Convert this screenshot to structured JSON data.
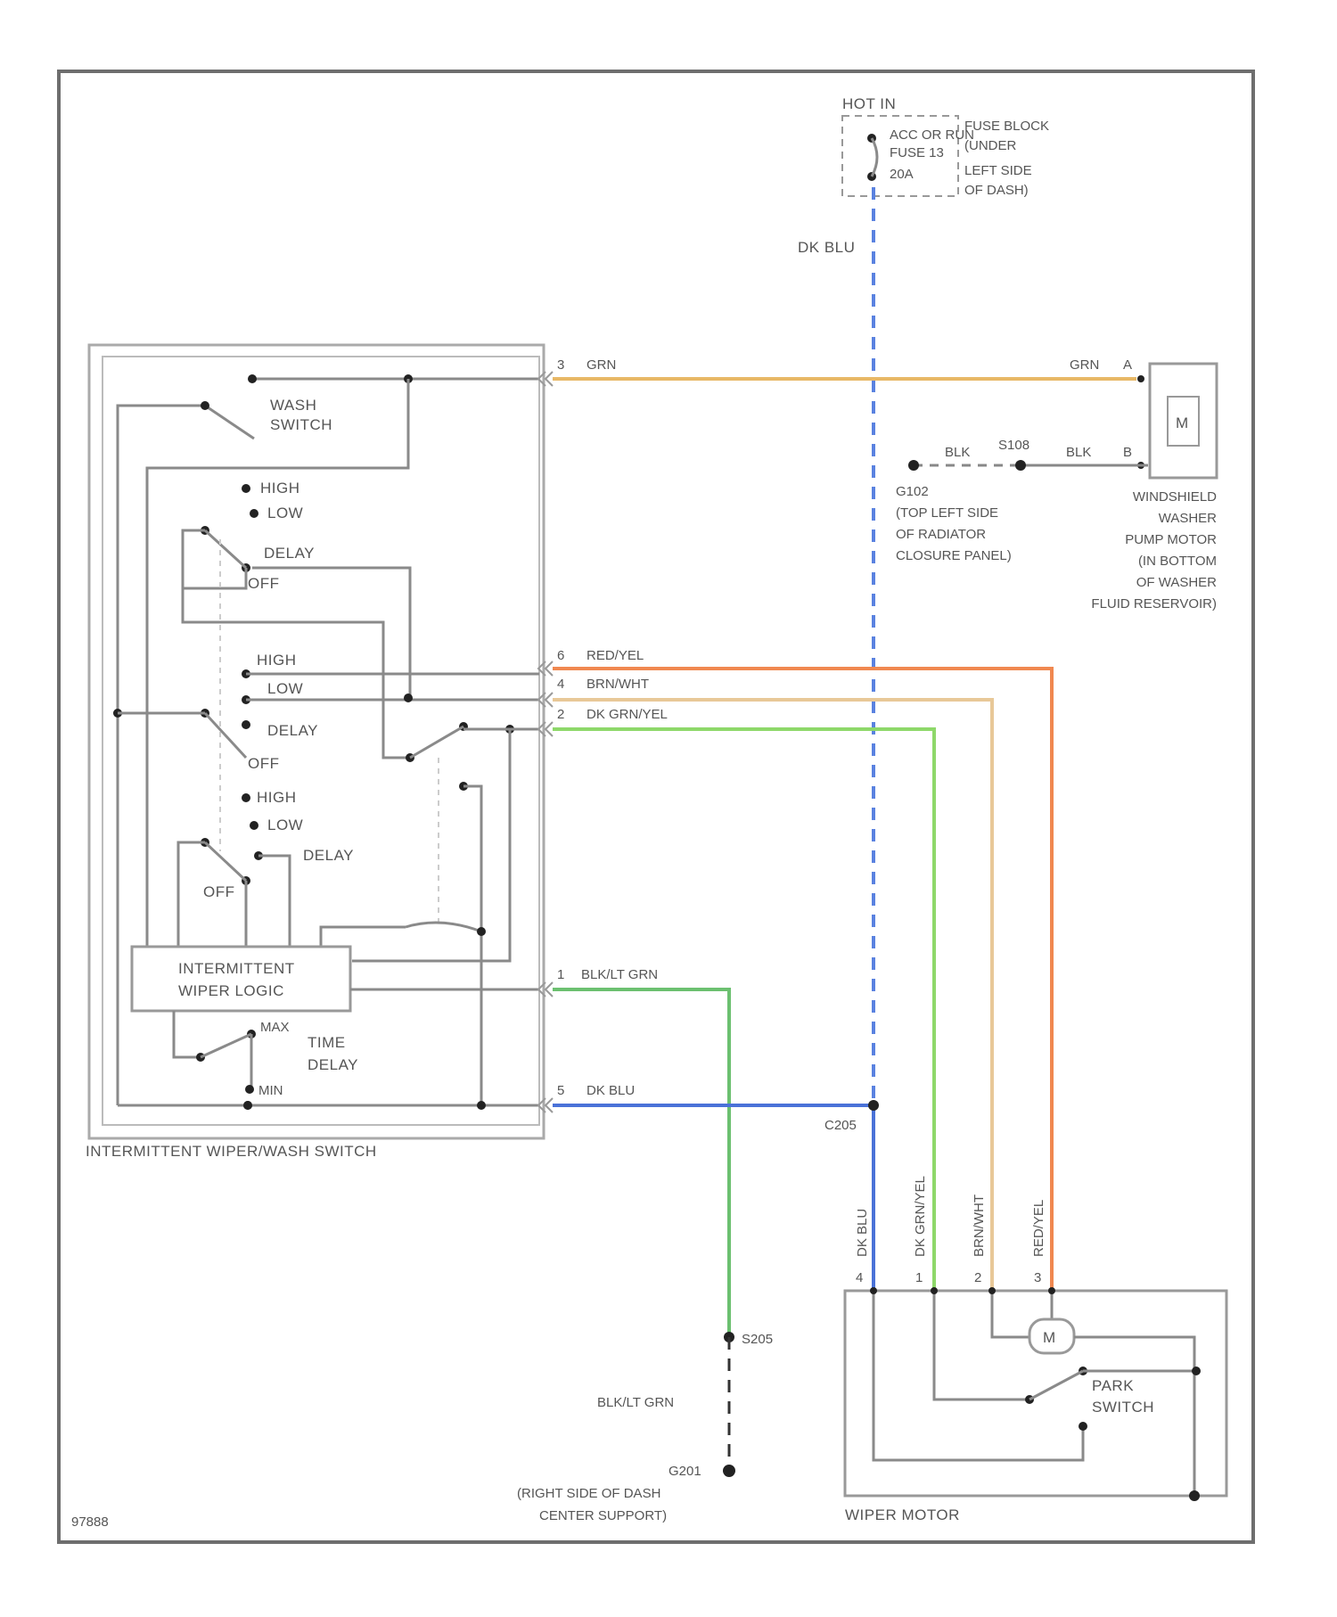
{
  "diagram_id": "97888",
  "fuse_block": {
    "hot_in": "HOT IN",
    "acc_or_run": "ACC OR RUN",
    "fuse": "FUSE 13",
    "amps": "20A",
    "location_lines": [
      "FUSE BLOCK",
      "(UNDER",
      "LEFT SIDE",
      "OF DASH)"
    ]
  },
  "main_feed_color": "DK BLU",
  "switch_assembly": {
    "name": "INTERMITTENT WIPER/WASH SWITCH",
    "wash_switch_lines": [
      "WASH",
      "SWITCH"
    ],
    "positions": [
      "HIGH",
      "LOW",
      "DELAY",
      "OFF"
    ],
    "logic_lines": [
      "INTERMITTENT",
      "WIPER LOGIC"
    ],
    "time_delay_lines": [
      "TIME",
      "DELAY"
    ],
    "max_label": "MAX",
    "min_label": "MIN"
  },
  "terminals": [
    {
      "pin": "3",
      "color": "GRN",
      "hex": "#e8b866"
    },
    {
      "pin": "6",
      "color": "RED/YEL",
      "hex": "#f08850"
    },
    {
      "pin": "4",
      "color": "BRN/WHT",
      "hex": "#e8c898"
    },
    {
      "pin": "2",
      "color": "DK GRN/YEL",
      "hex": "#8ed86a"
    },
    {
      "pin": "1",
      "color": "BLK/LT GRN",
      "hex": "#6cc070"
    },
    {
      "pin": "5",
      "color": "DK BLU",
      "hex": "#4a72d8"
    }
  ],
  "washer_pump": {
    "pin_a": "A",
    "pin_b": "B",
    "wire_a": "GRN",
    "wire_b": "BLK",
    "splice": "S108",
    "ground": "G102",
    "ground_location_lines": [
      "(TOP LEFT SIDE",
      "OF RADIATOR",
      "CLOSURE PANEL)"
    ],
    "name_lines": [
      "WINDSHIELD",
      "WASHER",
      "PUMP MOTOR",
      "(IN BOTTOM",
      "OF WASHER",
      "FLUID RESERVOIR)"
    ],
    "motor_symbol": "M"
  },
  "splice_c": "C205",
  "wiper_motor": {
    "name": "WIPER MOTOR",
    "pins": [
      {
        "pin": "4",
        "color": "DK BLU"
      },
      {
        "pin": "1",
        "color": "DK GRN/YEL"
      },
      {
        "pin": "2",
        "color": "BRN/WHT"
      },
      {
        "pin": "3",
        "color": "RED/YEL"
      }
    ],
    "motor_symbol": "M",
    "park_switch_lines": [
      "PARK",
      "SWITCH"
    ]
  },
  "ground_circuit": {
    "splice": "S205",
    "wire": "BLK/LT GRN",
    "ground": "G201",
    "location_lines": [
      "(RIGHT SIDE OF DASH",
      "CENTER SUPPORT)"
    ]
  }
}
